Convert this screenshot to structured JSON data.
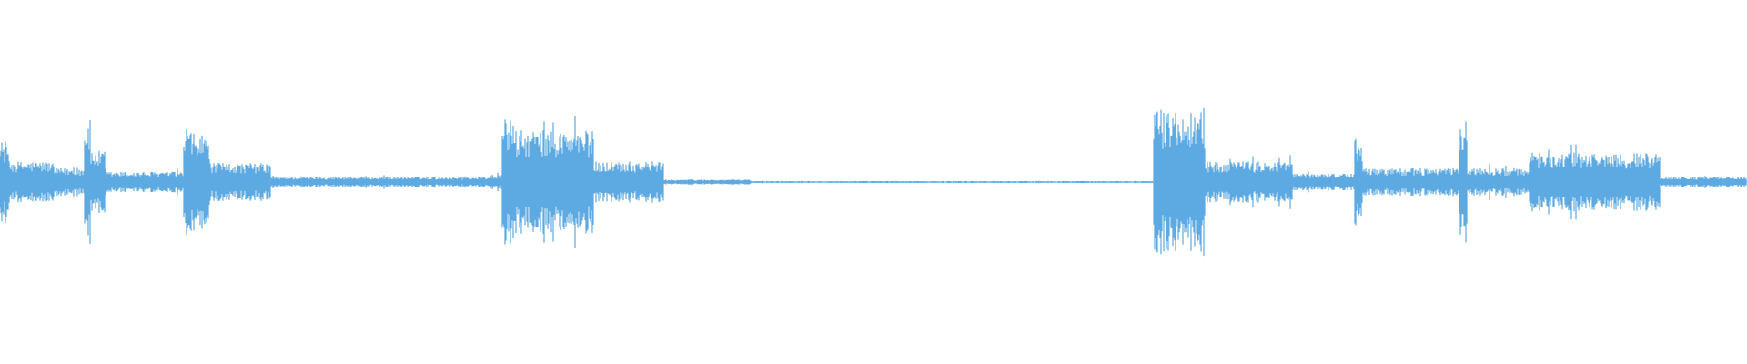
{
  "waveform": {
    "color": "#5DA9E1",
    "background": "#FFFFFF",
    "envelope_segments": [
      {
        "start": 0.0,
        "end": 0.005,
        "amp": 0.24
      },
      {
        "start": 0.005,
        "end": 0.03,
        "amp": 0.12
      },
      {
        "start": 0.03,
        "end": 0.048,
        "amp": 0.08
      },
      {
        "start": 0.048,
        "end": 0.052,
        "amp": 0.36
      },
      {
        "start": 0.052,
        "end": 0.06,
        "amp": 0.18
      },
      {
        "start": 0.06,
        "end": 0.105,
        "amp": 0.06
      },
      {
        "start": 0.105,
        "end": 0.12,
        "amp": 0.28
      },
      {
        "start": 0.12,
        "end": 0.155,
        "amp": 0.11
      },
      {
        "start": 0.155,
        "end": 0.28,
        "amp": 0.03
      },
      {
        "start": 0.28,
        "end": 0.287,
        "amp": 0.04
      },
      {
        "start": 0.287,
        "end": 0.295,
        "amp": 0.37
      },
      {
        "start": 0.295,
        "end": 0.34,
        "amp": 0.3
      },
      {
        "start": 0.34,
        "end": 0.37,
        "amp": 0.12
      },
      {
        "start": 0.37,
        "end": 0.38,
        "amp": 0.12
      },
      {
        "start": 0.38,
        "end": 0.43,
        "amp": 0.015
      },
      {
        "start": 0.43,
        "end": 0.66,
        "amp": 0.006
      },
      {
        "start": 0.66,
        "end": 0.663,
        "amp": 0.52
      },
      {
        "start": 0.663,
        "end": 0.69,
        "amp": 0.42
      },
      {
        "start": 0.69,
        "end": 0.74,
        "amp": 0.12
      },
      {
        "start": 0.74,
        "end": 0.775,
        "amp": 0.05
      },
      {
        "start": 0.775,
        "end": 0.78,
        "amp": 0.24
      },
      {
        "start": 0.78,
        "end": 0.835,
        "amp": 0.08
      },
      {
        "start": 0.835,
        "end": 0.84,
        "amp": 0.37
      },
      {
        "start": 0.84,
        "end": 0.875,
        "amp": 0.08
      },
      {
        "start": 0.875,
        "end": 0.95,
        "amp": 0.17
      },
      {
        "start": 0.95,
        "end": 1.0,
        "amp": 0.03
      }
    ]
  }
}
